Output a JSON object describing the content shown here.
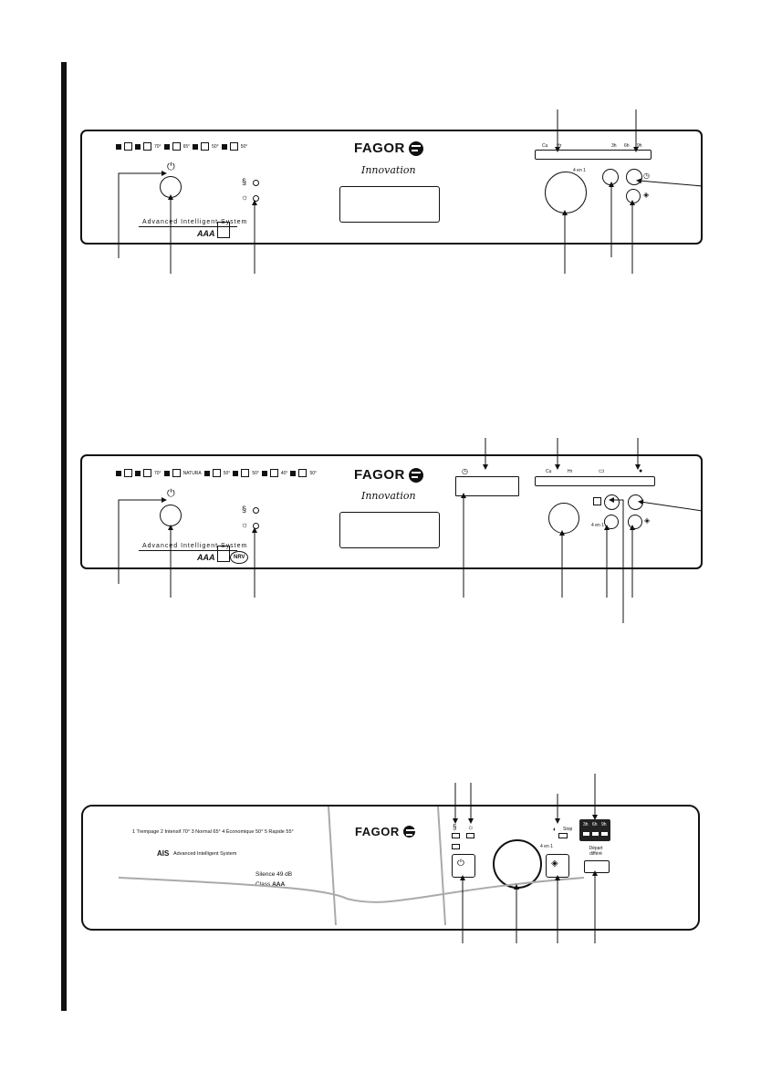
{
  "brand": "FAGOR",
  "subbrand": "Innovation",
  "panel1": {
    "program_labels": [
      "70°",
      "65°",
      "50°",
      "50°"
    ],
    "ais_label": "Advanced Intelligent System",
    "class_label": "AAA",
    "strip_labels": [
      "Cu",
      "Hr",
      "3h",
      "6h",
      "9h"
    ],
    "dial_labels": [
      "4 en 1"
    ]
  },
  "panel2": {
    "program_labels": [
      "70°",
      "NATURA",
      "50°",
      "50°",
      "40°",
      "50°"
    ],
    "ais_label": "Advanced Intelligent System",
    "class_label": "AAA",
    "eco_label": "NRV",
    "strip_labels": [
      "Cu",
      "Hr"
    ],
    "button_labels": [
      "4 en 1"
    ]
  },
  "panel3": {
    "programs": [
      "1 Trempage",
      "2 Intensif 70°",
      "3 Normal 65°",
      "4 Économique 50°",
      "5 Rapide 55°"
    ],
    "ais_label": "AIS",
    "ais_full": "Advanced Intelligent System",
    "silence": "Silence 49 dB",
    "class_prefix": "Class",
    "class_value": "AAA",
    "stop_label": "Stop",
    "dial_label": "4 en 1",
    "delay_hours": [
      "3h",
      "6h",
      "9h"
    ],
    "delay_button": "Départ différé"
  },
  "icons": [
    "power-icon",
    "salt-icon",
    "rinse-aid-icon",
    "clock-icon",
    "start-icon",
    "half-load-icon",
    "tablet-icon"
  ]
}
